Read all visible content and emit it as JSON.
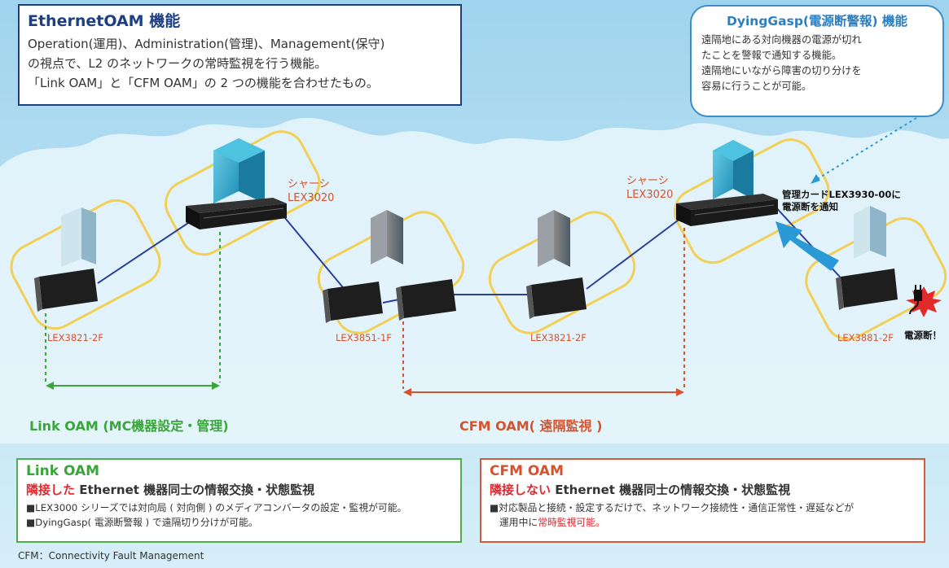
{
  "title_box": {
    "heading": "EthernetOAM 機能",
    "lines": [
      "Operation(運用)、Administration(管理)、Management(保守)",
      "の視点で、L2 のネットワークの常時監視を行う機能。",
      "「Link OAM」と「CFM OAM」の 2 つの機能を合わせたもの。"
    ]
  },
  "dying_gasp": {
    "heading": "DyingGasp(電源断警報) 機能",
    "lines": [
      "遠隔地にある対向機器の電源が切れ",
      "たことを警報で通知する機能。",
      "遠隔地にいながら障害の切り分けを",
      "容易に行うことが可能。"
    ]
  },
  "devices": {
    "chassis_left": {
      "label1": "シャーシ",
      "label2": "LEX3020"
    },
    "chassis_right": {
      "label1": "シャーシ",
      "label2": "LEX3020"
    },
    "mc1": "LEX3821-2F",
    "mc2": "LEX3851-1F",
    "mc3": "LEX3821-2F",
    "mc4": "LEX3881-2F",
    "notify": [
      "管理カードLEX3930-00に",
      "電源断を通知"
    ],
    "power_off": "電源断！"
  },
  "oam_labels": {
    "link": "Link OAM (MC機器設定・管理)",
    "cfm": "CFM OAM( 遠隔監視 )"
  },
  "link_box": {
    "heading": "Link OAM",
    "subtitle_red": "隣接した",
    "subtitle_rest": " Ethernet 機器同士の情報交換・状態監視",
    "bullets": [
      "■LEX3000 シリーズでは対向局 ( 対向側 ) のメディアコンバータの設定・監視が可能。",
      "■DyingGasp( 電源断警報 ) で遠隔切り分けが可能。"
    ]
  },
  "cfm_box": {
    "heading": "CFM OAM",
    "subtitle_red": "隣接しない",
    "subtitle_rest": " Ethernet 機器同士の情報交換・状態監視",
    "bullet1": "■対応製品と接続・設定するだけで、ネットワーク接続性・通信正常性・遅延などが",
    "bullet2_pre": "運用中に",
    "bullet2_red": "常時監視可能。"
  },
  "footnote": "CFM：Connectivity Fault Management",
  "colors": {
    "link": "#3aa63a",
    "cfm": "#d4532e",
    "heading_blue": "#1f3f85",
    "accent_blue": "#2b7fc0"
  }
}
